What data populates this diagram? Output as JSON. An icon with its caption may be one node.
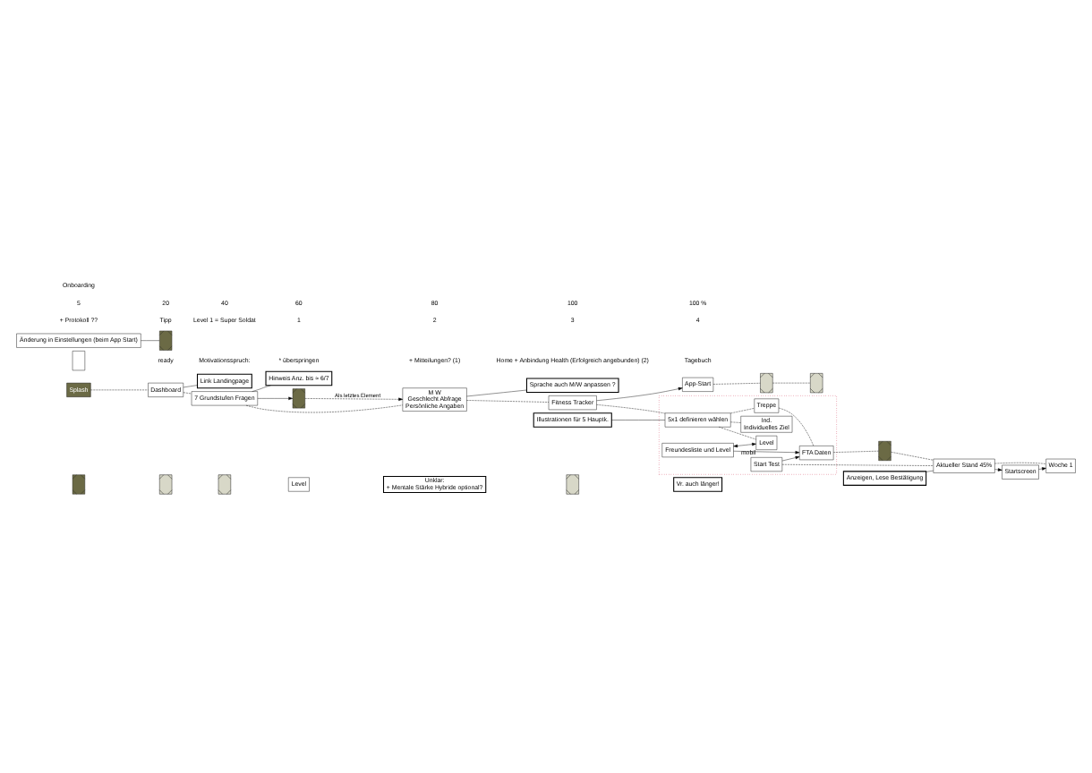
{
  "diagram": {
    "nodes": [
      {
        "text": [],
        "shape": "picture"
      },
      {
        "text": [
          "Splash"
        ]
      },
      {
        "text": [
          "Dashboard"
        ]
      },
      {
        "text": [
          "Link Landingpage"
        ]
      },
      {
        "text": [
          "7 Grundstufen Fragen"
        ]
      },
      {
        "text": [
          "Hinweis Anz. bis ≈ 6/7"
        ]
      },
      {
        "text": [],
        "shape": "picture"
      },
      {
        "text": [],
        "shape": "picture"
      },
      {
        "text": [
          "M W",
          "Geschlecht Abfrage",
          "Persönliche Angaben"
        ]
      },
      {
        "text": [
          "Sprache auch M/W anpassen ?"
        ]
      },
      {
        "text": [
          "Fitness Tracker"
        ]
      },
      {
        "text": [],
        "shape": "picture"
      },
      {
        "text": [
          "Illustrationen für 5 Hauptk."
        ]
      },
      {
        "text": [],
        "shape": "box"
      },
      {
        "text": [
          "5x1 definieren wählen"
        ],
        "in": 13
      },
      {
        "text": [
          "Level"
        ],
        "beside": [
          "mobil"
        ],
        "in": 13
      },
      {
        "text": [
          "Treppe"
        ],
        "in": 13
      },
      {
        "text": [
          "Ind.",
          "Individuelles Ziel"
        ],
        "in": 13
      },
      {
        "text": [
          "Freundesliste und Level"
        ],
        "in": 13
      },
      {
        "text": [
          "FTA Daten"
        ],
        "in": 13
      },
      {
        "text": [
          "Start Test"
        ],
        "in": 13
      },
      {
        "text": [],
        "shape": "picture"
      },
      {
        "text": [
          "Aktueller Stand 45%"
        ]
      },
      {
        "text": [
          "Anzeigen, Lese Bestätigung"
        ]
      },
      {
        "text": [
          "Woche 1"
        ]
      },
      {
        "text": [
          "Startscreen"
        ]
      },
      {
        "text": [
          "Level"
        ]
      },
      {
        "text": [
          "App-Start"
        ]
      },
      {
        "text": [],
        "shape": "picture"
      },
      {
        "text": [],
        "shape": "picture"
      },
      {
        "text": [
          "Unklar:",
          "+ Mentale Stärke Hybride optional?"
        ]
      },
      {
        "text": [],
        "shape": "picture"
      },
      {
        "text": [
          "Vr. auch länger!"
        ]
      },
      {
        "text": [],
        "shape": "box"
      },
      {
        "text": [],
        "shape": "picture"
      },
      {
        "text": [
          "Änderung in Einstellungen (beim App Start)"
        ]
      }
    ],
    "edges": [
      {
        "from": 1,
        "to": 2,
        "arrow": "none",
        "style": "dashed"
      },
      {
        "from": 2,
        "to": 3,
        "arrow": "none"
      },
      {
        "from": 2,
        "to": 4,
        "arrow": "none",
        "style": "dashed"
      },
      {
        "from": 4,
        "to": 5,
        "arrow": "none"
      },
      {
        "from": 4,
        "to": 6,
        "arrow": "to"
      },
      {
        "from": 6,
        "to": 8,
        "arrow": "to",
        "style": "dashed",
        "label": "Als letztes Element"
      },
      {
        "from": 4,
        "to": 8,
        "arrow": "none",
        "style": "dashed"
      },
      {
        "from": 8,
        "to": 9,
        "arrow": "none"
      },
      {
        "from": 8,
        "to": 10,
        "arrow": "none",
        "style": "dashed"
      },
      {
        "from": 12,
        "to": 14,
        "arrow": "none"
      },
      {
        "from": 10,
        "to": 14,
        "arrow": "none",
        "style": "dashed"
      },
      {
        "from": 10,
        "to": 27,
        "arrow": "to"
      },
      {
        "from": 14,
        "to": 15,
        "arrow": "none",
        "style": "dashed"
      },
      {
        "from": 14,
        "to": 16,
        "arrow": "none",
        "style": "dashed"
      },
      {
        "from": 14,
        "to": 17,
        "arrow": "none",
        "style": "dashed"
      },
      {
        "from": 18,
        "to": 15,
        "arrow": "both"
      },
      {
        "from": 18,
        "to": 19,
        "arrow": "to"
      },
      {
        "from": 20,
        "to": 19,
        "arrow": "to"
      },
      {
        "from": 16,
        "to": 19,
        "arrow": "none",
        "style": "dashed"
      },
      {
        "from": 19,
        "to": 21,
        "arrow": "none",
        "style": "dashed"
      },
      {
        "from": 21,
        "to": 22,
        "arrow": "none",
        "style": "dashed"
      },
      {
        "from": 23,
        "to": 22,
        "arrow": "none"
      },
      {
        "from": 22,
        "to": 24,
        "arrow": "none",
        "style": "dashed"
      },
      {
        "from": 22,
        "to": 25,
        "arrow": "to"
      },
      {
        "from": 25,
        "to": 24,
        "arrow": "to"
      },
      {
        "from": 20,
        "to": 22,
        "arrow": "none",
        "style": "dashed"
      },
      {
        "from": 27,
        "to": 28,
        "arrow": "none",
        "style": "dashed"
      },
      {
        "from": 28,
        "to": 29,
        "arrow": "none",
        "style": "dashed"
      },
      {
        "from": 35,
        "to": 34,
        "arrow": "none"
      }
    ],
    "labels": [
      "ready",
      "Motivationsspruch:",
      "* überspringen",
      "+ Mitteilungen? (1)",
      "Home + Anbindung Health (Erfolgreich angebunden) (2)",
      "Tagebuch",
      "+ Protokoll ??",
      "Tipp",
      "Level 1 = Super Soldat",
      "1",
      "2",
      "3",
      "4",
      "5",
      "20",
      "40",
      "60",
      "80",
      "100",
      "100 %",
      "Onboarding"
    ]
  }
}
